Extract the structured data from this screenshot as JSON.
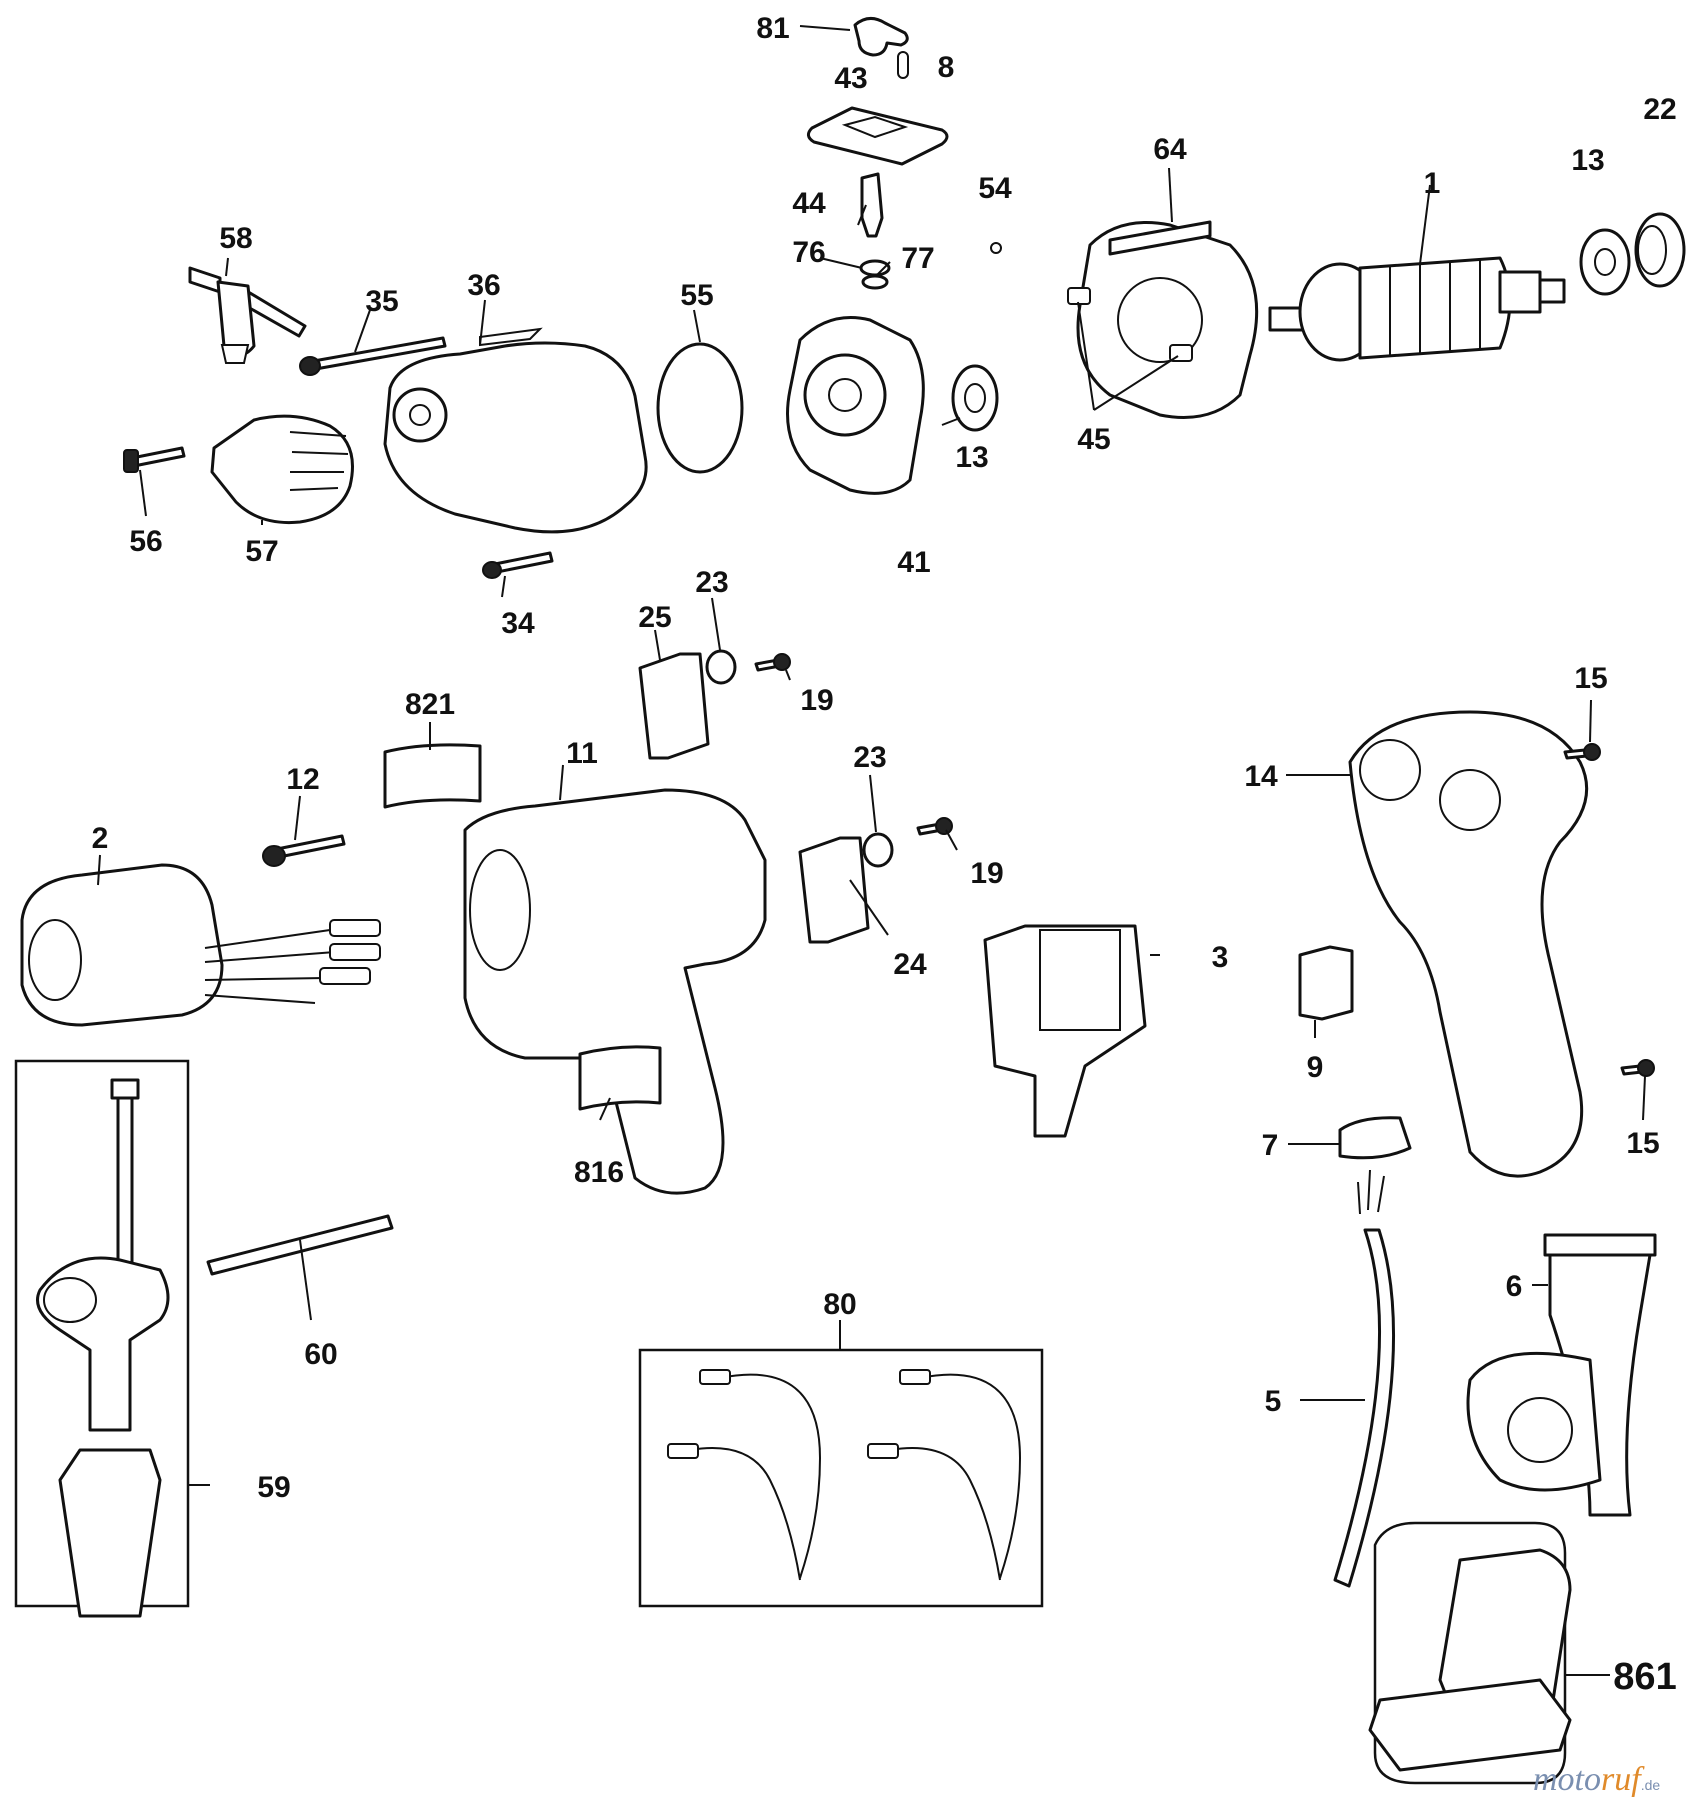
{
  "labels": [
    "81",
    "8",
    "43",
    "44",
    "76",
    "77",
    "54",
    "64",
    "1",
    "13",
    "22",
    "58",
    "35",
    "36",
    "55",
    "45",
    "56",
    "57",
    "13",
    "41",
    "34",
    "25",
    "23",
    "19",
    "821",
    "11",
    "23",
    "19",
    "12",
    "2",
    "24",
    "3",
    "14",
    "15",
    "9",
    "15",
    "7",
    "816",
    "6",
    "60",
    "80",
    "5",
    "59",
    "861"
  ],
  "watermark": {
    "part1": "moto",
    "part2": "ruf",
    "suffix": ".de"
  },
  "colors": {
    "ink": "#111111",
    "watermark_blue": "#7a8fb0",
    "watermark_orange": "#e08a2a"
  }
}
